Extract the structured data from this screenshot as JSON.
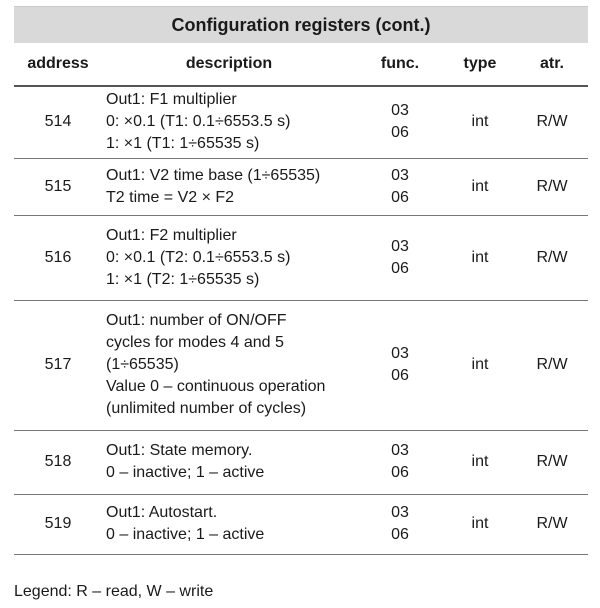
{
  "title": "Configuration registers (cont.)",
  "headers": {
    "address": "address",
    "description": "description",
    "func": "func.",
    "type": "type",
    "atr": "atr."
  },
  "rows": [
    {
      "address": "514",
      "description": [
        "Out1: F1 multiplier",
        "0: ×0.1 (T1: 0.1÷6553.5 s)",
        "1: ×1 (T1: 1÷65535 s)"
      ],
      "func": [
        "03",
        "06"
      ],
      "type": "int",
      "atr": "R/W"
    },
    {
      "address": "515",
      "description": [
        "Out1: V2 time base (1÷65535)",
        "T2 time = V2 × F2"
      ],
      "func": [
        "03",
        "06"
      ],
      "type": "int",
      "atr": "R/W"
    },
    {
      "address": "516",
      "description": [
        "Out1: F2 multiplier",
        "0: ×0.1 (T2: 0.1÷6553.5 s)",
        "1: ×1 (T2: 1÷65535 s)"
      ],
      "func": [
        "03",
        "06"
      ],
      "type": "int",
      "atr": "R/W"
    },
    {
      "address": "517",
      "description": [
        "Out1: number of ON/OFF",
        "cycles for modes 4 and 5",
        "(1÷65535)",
        "Value 0 – continuous operation",
        "(unlimited number of cycles)"
      ],
      "func": [
        "03",
        "06"
      ],
      "type": "int",
      "atr": "R/W"
    },
    {
      "address": "518",
      "description": [
        "Out1: State memory.",
        "0 – inactive; 1 – active"
      ],
      "func": [
        "03",
        "06"
      ],
      "type": "int",
      "atr": "R/W"
    },
    {
      "address": "519",
      "description": [
        "Out1: Autostart.",
        "0 – inactive; 1 – active"
      ],
      "func": [
        "03",
        "06"
      ],
      "type": "int",
      "atr": "R/W"
    }
  ],
  "legend": "Legend: R – read, W – write"
}
